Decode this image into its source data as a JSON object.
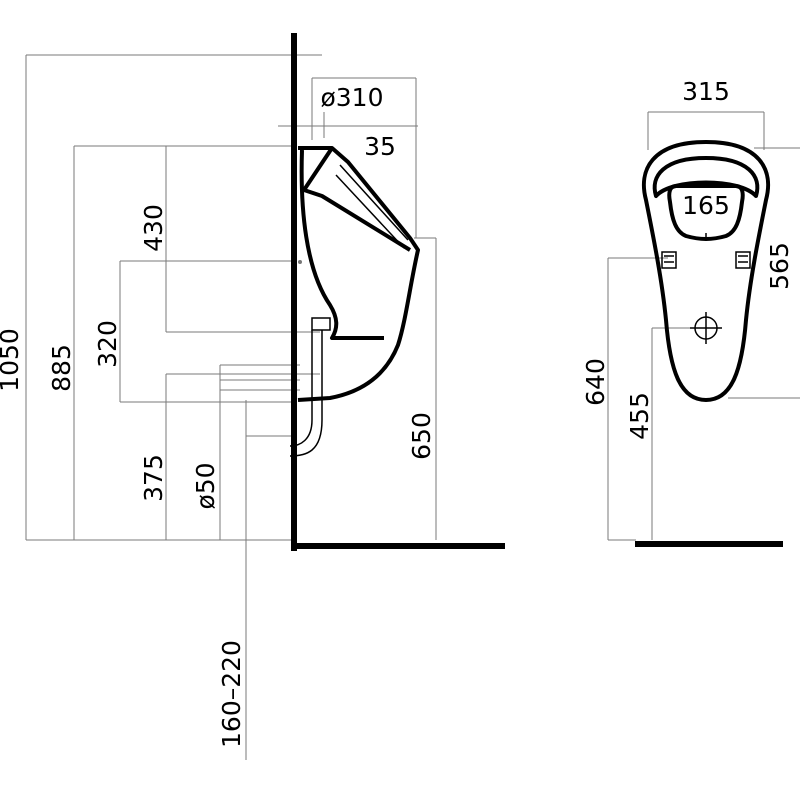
{
  "side_view": {
    "dimensions": {
      "total_height": "1050",
      "top_height": "885",
      "body_height": "430",
      "waste_zone": "320",
      "waste_height": "375",
      "waste_diameter": "ø50",
      "supply_diameter": "ø310",
      "projection_offset": "35",
      "rim_height": "650",
      "inlet_range": "160–220"
    }
  },
  "front_view": {
    "dimensions": {
      "width": "315",
      "bowl_width": "165",
      "body_height": "565",
      "fixing_height": "640",
      "waste_height": "455"
    }
  },
  "colors": {
    "line": "#000000",
    "dimension": "#7a7a7a",
    "background": "#ffffff"
  }
}
